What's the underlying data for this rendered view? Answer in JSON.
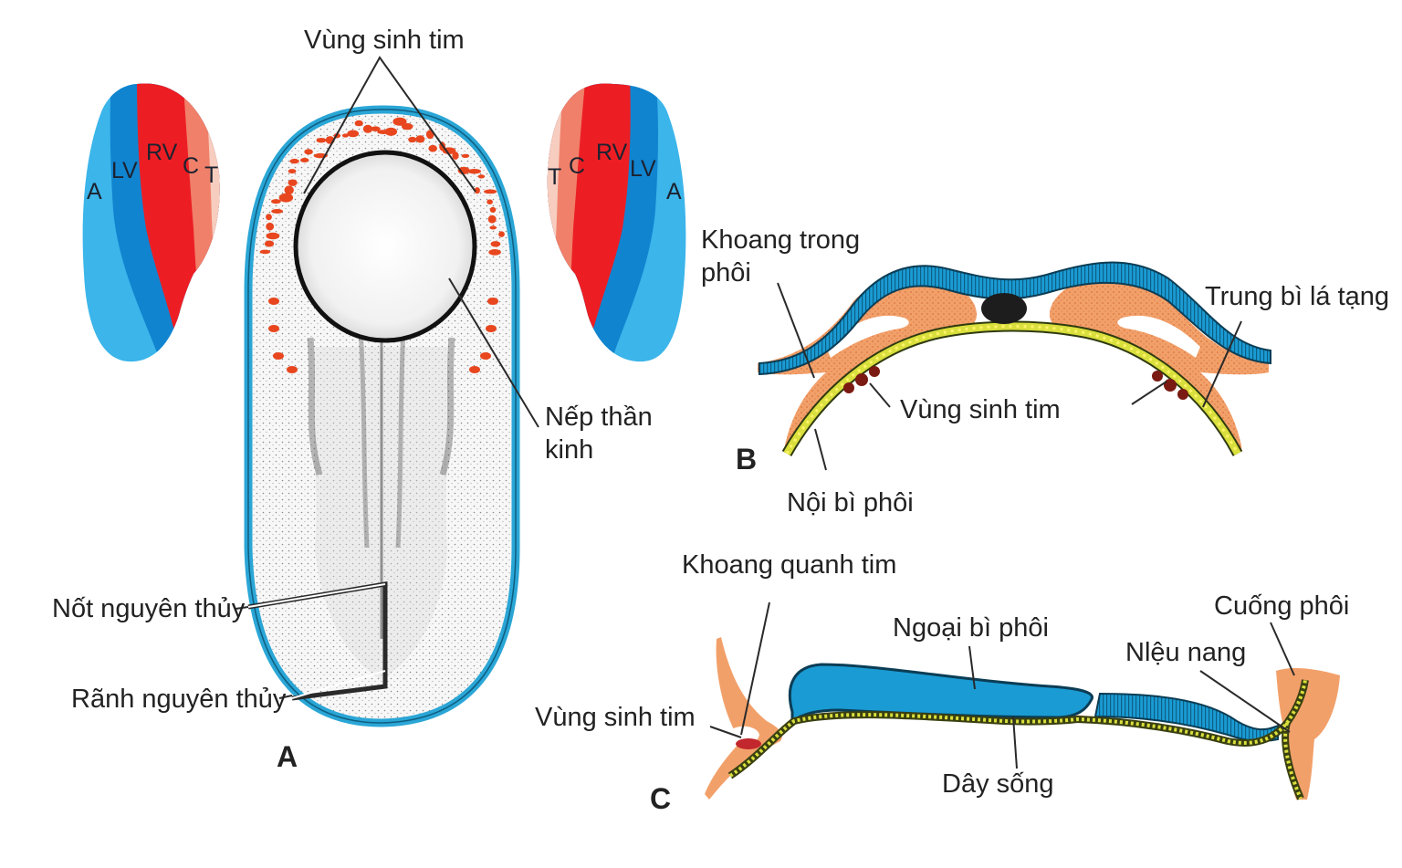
{
  "figure": {
    "panels": [
      "A",
      "B",
      "C"
    ],
    "colors": {
      "atrium": "#3bb5ea",
      "left_ventricle": "#1184d0",
      "right_ventricle": "#ec1e24",
      "conus": "#f0806a",
      "truncus": "#f6cdbf",
      "ectoderm": "#1a9bd3",
      "amnion_rim": "#2aa6d6",
      "mesoderm": "#f2a06a",
      "endoderm": "#d9df3c",
      "notochord": "#1d1d1d",
      "cardiogenic_cells": "#e8461e",
      "cardiogenic_clusters": "#7a1a12"
    }
  },
  "heart_maps": {
    "left": {
      "segments": [
        "A",
        "LV",
        "RV",
        "C",
        "T"
      ]
    },
    "right": {
      "segments": [
        "T",
        "C",
        "RV",
        "LV",
        "A"
      ]
    }
  },
  "panel_a": {
    "label": "A",
    "annotations": {
      "cardiogenic_area": "Vùng sinh tim",
      "neural_fold_line1": "Nếp thần",
      "neural_fold_line2": "kinh",
      "primitive_node": "Nốt nguyên thủy",
      "primitive_streak": "Rãnh nguyên thủy"
    }
  },
  "panel_b": {
    "label": "B",
    "annotations": {
      "intraembryonic_cavity_line1": "Khoang trong",
      "intraembryonic_cavity_line2": "phôi",
      "splanchnic_mesoderm": "Trung bì lá tạng",
      "cardiogenic_area": "Vùng sinh tim",
      "embryonic_endoderm": "Nội bì phôi"
    }
  },
  "panel_c": {
    "label": "C",
    "annotations": {
      "pericardial_cavity": "Khoang quanh tim",
      "embryonic_ectoderm": "Ngoại bì phôi",
      "connecting_stalk": "Cuống phôi",
      "allantois": "Nlệu nang",
      "cardiogenic_area": "Vùng sinh tim",
      "notochord": "Dây sống"
    }
  }
}
